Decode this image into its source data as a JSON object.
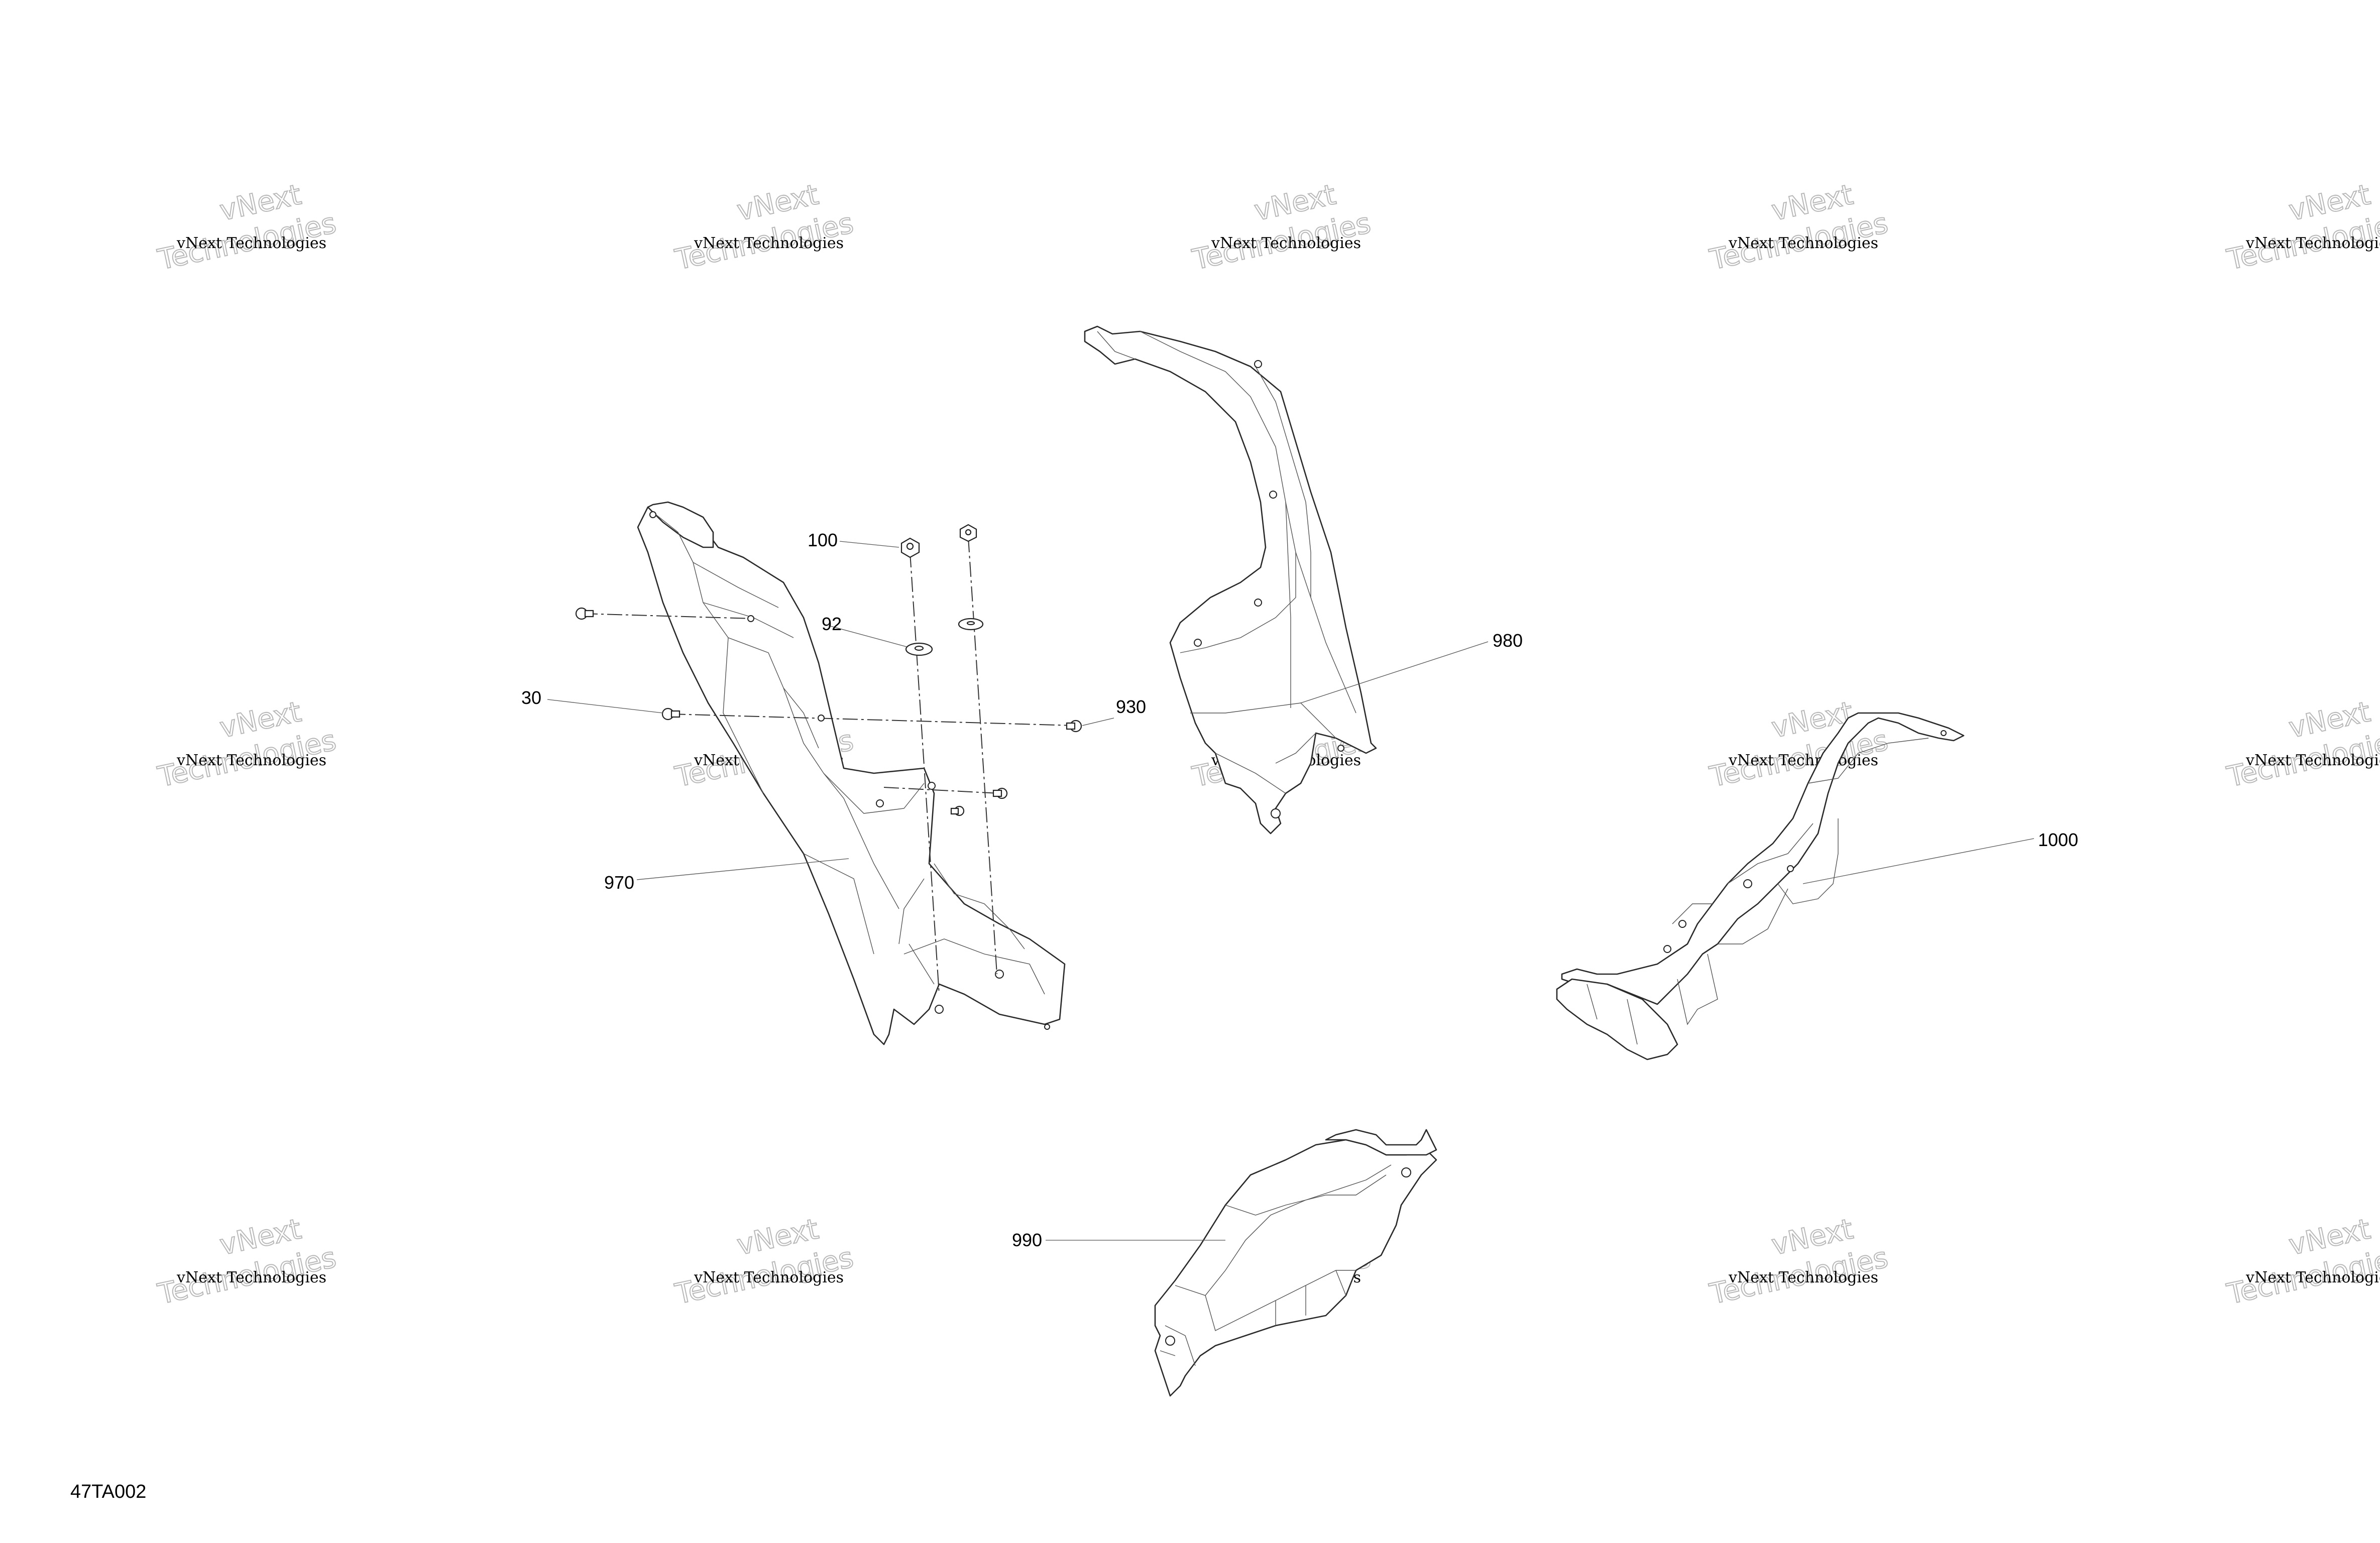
{
  "figure_id": "47TA002",
  "watermark": {
    "line_small": "vNext Technologies",
    "line_big_1": "vNext",
    "line_big_2": "Technologies"
  },
  "callouts": [
    {
      "id": "100",
      "label": "100"
    },
    {
      "id": "92",
      "label": "92"
    },
    {
      "id": "30",
      "label": "30"
    },
    {
      "id": "930",
      "label": "930"
    },
    {
      "id": "970",
      "label": "970"
    },
    {
      "id": "980",
      "label": "980"
    },
    {
      "id": "1000",
      "label": "1000"
    },
    {
      "id": "990",
      "label": "990"
    }
  ]
}
